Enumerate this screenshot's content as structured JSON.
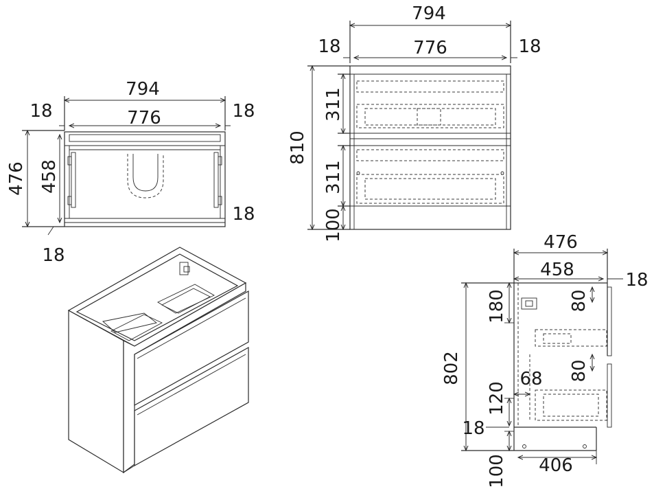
{
  "top_view": {
    "overall_width": "794",
    "inner_width": "776",
    "side_left": "18",
    "side_right": "18",
    "depth_outer": "476",
    "depth_inner": "458",
    "back_panel": "18",
    "bottom_offset": "18"
  },
  "front_view": {
    "overall_width": "794",
    "inner_width": "776",
    "side_left": "18",
    "side_right": "18",
    "height_total": "810",
    "drawer_top": "311",
    "drawer_bottom": "311",
    "plinth": "100"
  },
  "side_view": {
    "depth_outer": "476",
    "depth_inner": "458",
    "front_panel": "18",
    "height_total": "802",
    "top_gap": "180",
    "rail_top": "80",
    "rail_bottom": "80",
    "drawer_offset": "68",
    "bottom_drawer_gap": "120",
    "floor_panel": "18",
    "plinth": "100",
    "base_depth": "406"
  },
  "colors": {
    "line": "#2a2a2a",
    "background": "#ffffff"
  }
}
